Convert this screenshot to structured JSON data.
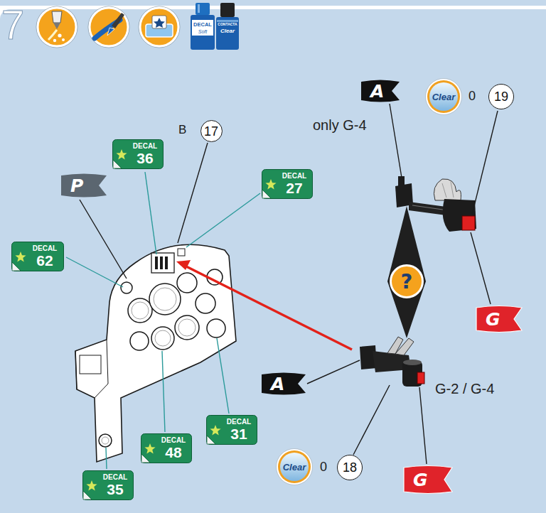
{
  "diagram": {
    "nodes": [
      {
        "text": [
          "DECAL",
          "Soft"
        ]
      },
      {
        "text": [
          "CONTACTA",
          "Clear"
        ]
      },
      {
        "text": [
          "17"
        ]
      },
      {
        "text": [
          "DECAL",
          "36"
        ]
      },
      {
        "text": [
          "A"
        ]
      },
      {
        "text": [
          "Clear"
        ]
      },
      {
        "text": [
          "19"
        ]
      },
      {
        "text": [
          "DECAL",
          "27"
        ]
      },
      {
        "text": [
          "P"
        ]
      },
      {
        "text": [
          "DECAL",
          "62"
        ]
      },
      {
        "text": [
          "?"
        ]
      },
      {
        "text": [
          "G"
        ]
      },
      {
        "text": [
          "A"
        ]
      },
      {
        "text": [
          "DECAL",
          "31"
        ]
      },
      {
        "text": [
          "DECAL",
          "48"
        ]
      },
      {
        "text": [
          "Clear"
        ]
      },
      {
        "text": [
          "18"
        ]
      },
      {
        "text": [
          "G"
        ]
      },
      {
        "text": [
          "DECAL",
          "35"
        ]
      }
    ],
    "labels": [
      "7",
      "B",
      "only G-4",
      "0",
      "G-2 / G-4",
      "0"
    ]
  }
}
